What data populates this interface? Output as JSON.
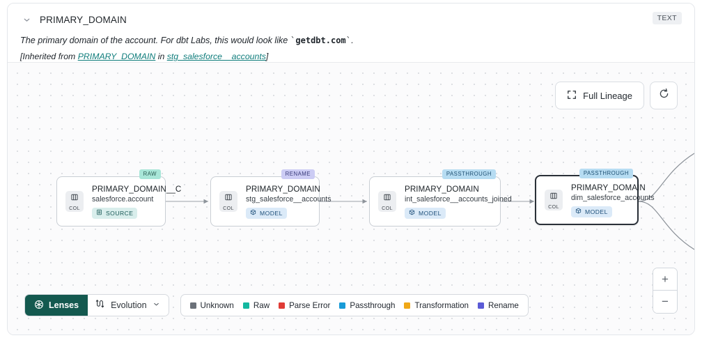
{
  "header": {
    "chevron_icon": "chevron-down-icon",
    "title": "PRIMARY_DOMAIN",
    "type_badge": "TEXT",
    "description_prefix": "The primary domain of the account. For dbt Labs, this would look like ",
    "description_code": "getdbt.com",
    "description_suffix": ".",
    "inherited_prefix": "[Inherited from ",
    "inherited_link_1": "PRIMARY_DOMAIN",
    "inherited_middle": " in ",
    "inherited_link_2": "stg_salesforce__accounts",
    "inherited_suffix": "]",
    "link_color": "#0e7c7b"
  },
  "canvas_controls": {
    "full_lineage_label": "Full Lineage",
    "full_lineage_icon": "expand-icon",
    "refresh_icon": "refresh-icon",
    "zoom_in_label": "+",
    "zoom_out_label": "−"
  },
  "lineage": {
    "nodes": [
      {
        "id": "node-1",
        "badge": "RAW",
        "badge_kind": "raw",
        "chip_icon": "columns-icon",
        "chip_label": "COL",
        "name": "PRIMARY_DOMAIN__C",
        "subtitle": "salesforce.account",
        "tag_label": "SOURCE",
        "tag_icon": "database-icon",
        "tag_kind": "source",
        "selected": false
      },
      {
        "id": "node-2",
        "badge": "RENAME",
        "badge_kind": "rename",
        "chip_icon": "columns-icon",
        "chip_label": "COL",
        "name": "PRIMARY_DOMAIN",
        "subtitle": "stg_salesforce__accounts",
        "tag_label": "MODEL",
        "tag_icon": "cube-icon",
        "tag_kind": "model",
        "selected": false
      },
      {
        "id": "node-3",
        "badge": "PASSTHROUGH",
        "badge_kind": "passthrough",
        "chip_icon": "columns-icon",
        "chip_label": "COL",
        "name": "PRIMARY_DOMAIN",
        "subtitle": "int_salesforce__accounts_joined",
        "tag_label": "MODEL",
        "tag_icon": "cube-icon",
        "tag_kind": "model",
        "selected": false
      },
      {
        "id": "node-4",
        "badge": "PASSTHROUGH",
        "badge_kind": "passthrough",
        "chip_icon": "columns-icon",
        "chip_label": "COL",
        "name": "PRIMARY_DOMAIN",
        "subtitle": "dim_salesforce_accounts",
        "tag_label": "MODEL",
        "tag_icon": "cube-icon",
        "tag_kind": "model",
        "selected": true
      }
    ]
  },
  "toolbar": {
    "lenses_label": "Lenses",
    "lenses_icon": "aperture-icon",
    "evolution_label": "Evolution",
    "evolution_icon": "evolution-flow-icon",
    "evolution_chevron_icon": "chevron-down-icon",
    "lenses_bg": "#14594f"
  },
  "legend": {
    "items": [
      {
        "label": "Unknown",
        "color": "#6b7179"
      },
      {
        "label": "Raw",
        "color": "#14b8a0"
      },
      {
        "label": "Parse Error",
        "color": "#e03c36"
      },
      {
        "label": "Passthrough",
        "color": "#189bd7"
      },
      {
        "label": "Transformation",
        "color": "#f0a818"
      },
      {
        "label": "Rename",
        "color": "#5b5bd6"
      }
    ]
  }
}
